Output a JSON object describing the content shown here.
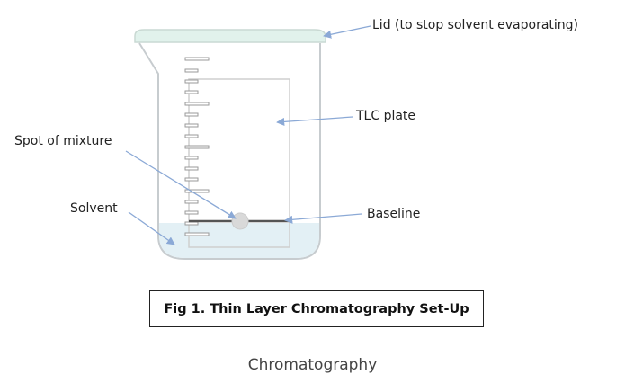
{
  "labels": {
    "lid": "Lid (to stop solvent evaporating)",
    "tlc_plate": "TLC plate",
    "spot": "Spot of mixture",
    "solvent": "Solvent",
    "baseline": "Baseline"
  },
  "caption": "Fig 1. Thin Layer Chromatography Set-Up",
  "subcaption": "Chromatography",
  "colors": {
    "beaker_outline": "#c7cccf",
    "lid_fill": "#e1f2ec",
    "solvent_fill": "#e3f0f5",
    "arrow": "#8ba9d6",
    "baseline": "#555555",
    "spot": "#d9d9d9"
  }
}
